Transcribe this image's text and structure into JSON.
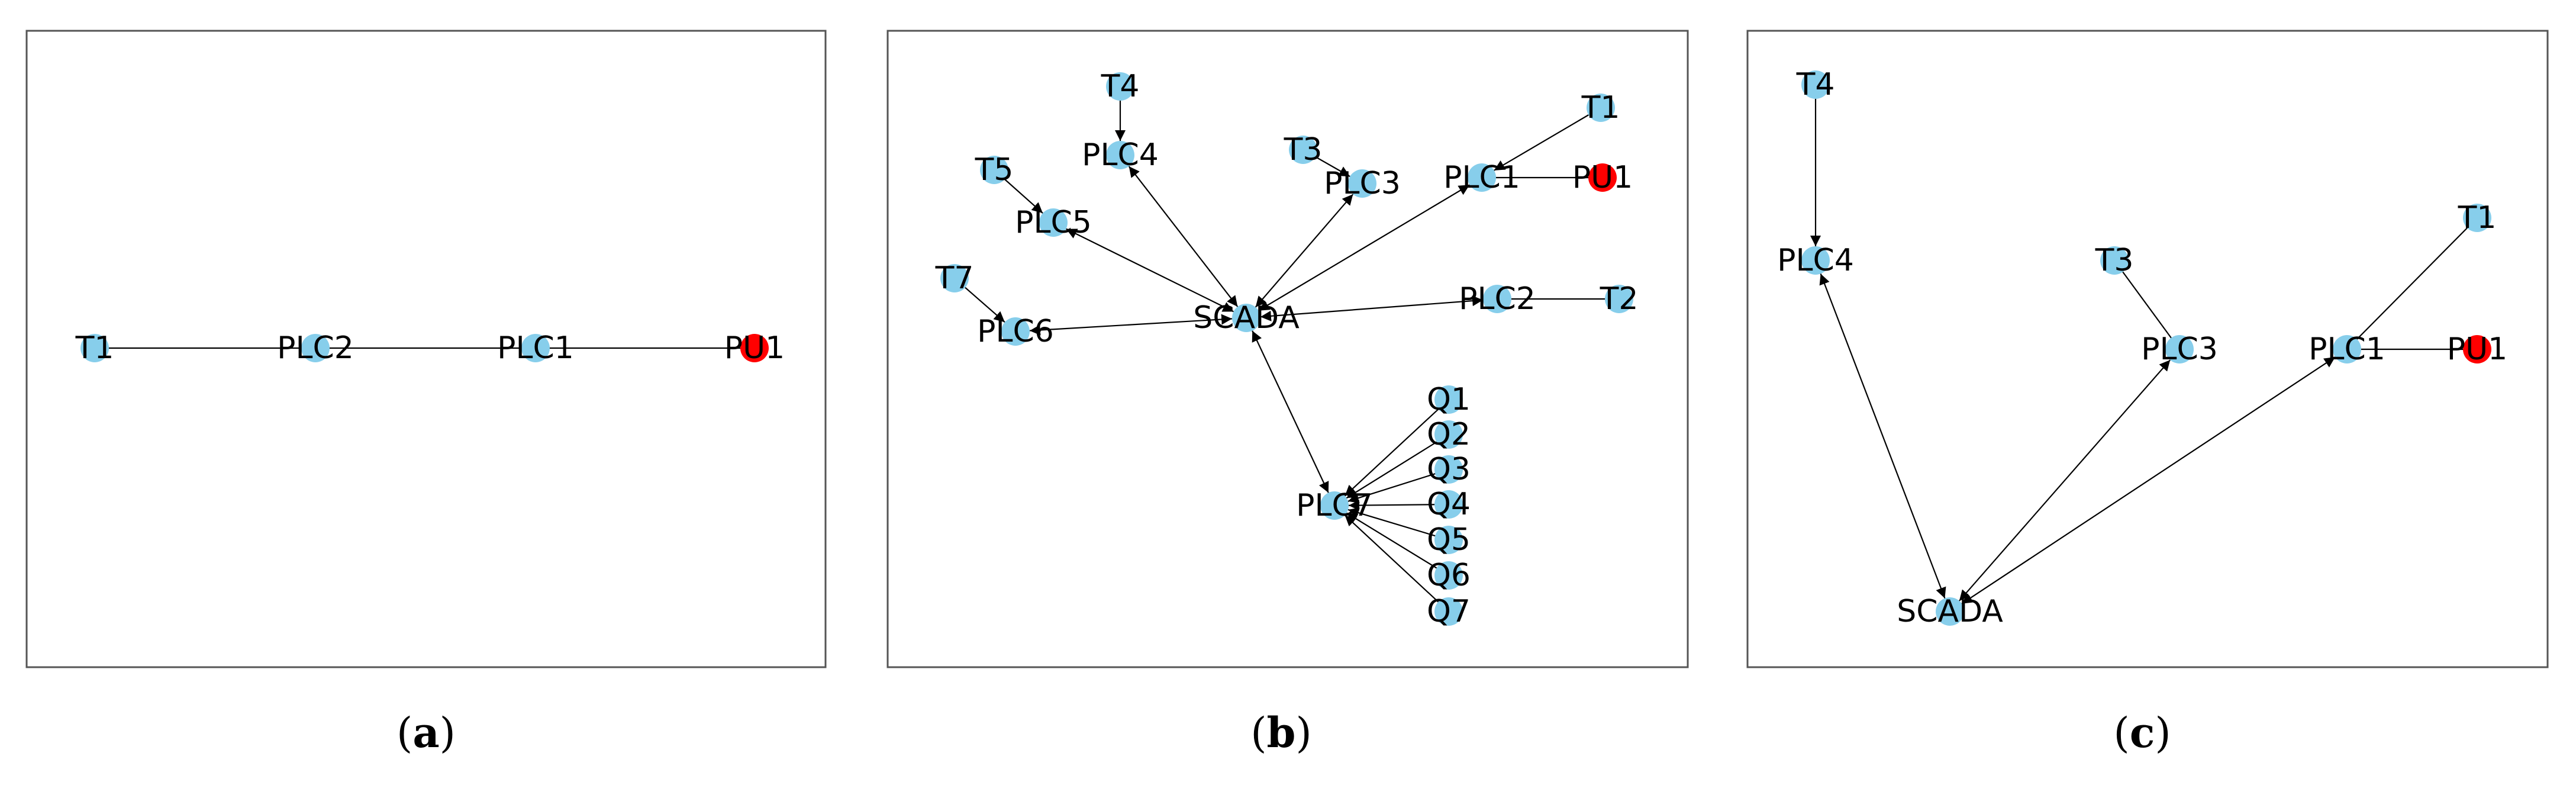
{
  "node_color": "#87ceeb",
  "highlight_color": "#ff0000",
  "edge_color": "#000000",
  "panels": [
    {
      "caption_open": "(",
      "caption_letter": "a",
      "caption_close": ")",
      "nodes": [
        {
          "id": "T1",
          "label": "T1",
          "color": "#87ceeb"
        },
        {
          "id": "PLC2",
          "label": "PLC2",
          "color": "#87ceeb"
        },
        {
          "id": "PLC1",
          "label": "PLC1",
          "color": "#87ceeb"
        },
        {
          "id": "PU1",
          "label": "PU1",
          "color": "#ff0000"
        }
      ],
      "edges": [
        {
          "source": "T1",
          "target": "PLC2",
          "directed": false
        },
        {
          "source": "PLC2",
          "target": "PLC1",
          "directed": false
        },
        {
          "source": "PLC1",
          "target": "PU1",
          "directed": false
        }
      ]
    },
    {
      "caption_open": "(",
      "caption_letter": "b",
      "caption_close": ")",
      "nodes": [
        {
          "id": "T4",
          "label": "T4",
          "color": "#87ceeb"
        },
        {
          "id": "PLC4",
          "label": "PLC4",
          "color": "#87ceeb"
        },
        {
          "id": "T5",
          "label": "T5",
          "color": "#87ceeb"
        },
        {
          "id": "PLC5",
          "label": "PLC5",
          "color": "#87ceeb"
        },
        {
          "id": "T7",
          "label": "T7",
          "color": "#87ceeb"
        },
        {
          "id": "PLC6",
          "label": "PLC6",
          "color": "#87ceeb"
        },
        {
          "id": "SCADA",
          "label": "SCADA",
          "color": "#87ceeb"
        },
        {
          "id": "T3",
          "label": "T3",
          "color": "#87ceeb"
        },
        {
          "id": "PLC3",
          "label": "PLC3",
          "color": "#87ceeb"
        },
        {
          "id": "PLC1",
          "label": "PLC1",
          "color": "#87ceeb"
        },
        {
          "id": "T1",
          "label": "T1",
          "color": "#87ceeb"
        },
        {
          "id": "PU1",
          "label": "PU1",
          "color": "#ff0000"
        },
        {
          "id": "PLC2",
          "label": "PLC2",
          "color": "#87ceeb"
        },
        {
          "id": "T2",
          "label": "T2",
          "color": "#87ceeb"
        },
        {
          "id": "PLC7",
          "label": "PLC7",
          "color": "#87ceeb"
        },
        {
          "id": "Q1",
          "label": "Q1",
          "color": "#87ceeb"
        },
        {
          "id": "Q2",
          "label": "Q2",
          "color": "#87ceeb"
        },
        {
          "id": "Q3",
          "label": "Q3",
          "color": "#87ceeb"
        },
        {
          "id": "Q4",
          "label": "Q4",
          "color": "#87ceeb"
        },
        {
          "id": "Q5",
          "label": "Q5",
          "color": "#87ceeb"
        },
        {
          "id": "Q6",
          "label": "Q6",
          "color": "#87ceeb"
        },
        {
          "id": "Q7",
          "label": "Q7",
          "color": "#87ceeb"
        }
      ],
      "edges": [
        {
          "source": "T4",
          "target": "PLC4",
          "directed": true
        },
        {
          "source": "T5",
          "target": "PLC5",
          "directed": true
        },
        {
          "source": "T7",
          "target": "PLC6",
          "directed": true
        },
        {
          "source": "T3",
          "target": "PLC3",
          "directed": true
        },
        {
          "source": "T1",
          "target": "PLC1",
          "directed": true
        },
        {
          "source": "PU1",
          "target": "PLC1",
          "directed": false
        },
        {
          "source": "T2",
          "target": "PLC2",
          "directed": false
        },
        {
          "source": "PLC4",
          "target": "SCADA",
          "directed": true,
          "bidirectional": true
        },
        {
          "source": "PLC5",
          "target": "SCADA",
          "directed": true,
          "bidirectional": true
        },
        {
          "source": "PLC6",
          "target": "SCADA",
          "directed": true,
          "bidirectional": true
        },
        {
          "source": "PLC3",
          "target": "SCADA",
          "directed": true,
          "bidirectional": true
        },
        {
          "source": "PLC1",
          "target": "SCADA",
          "directed": true,
          "bidirectional": true
        },
        {
          "source": "PLC2",
          "target": "SCADA",
          "directed": true,
          "bidirectional": true
        },
        {
          "source": "PLC7",
          "target": "SCADA",
          "directed": true,
          "bidirectional": true
        },
        {
          "source": "Q1",
          "target": "PLC7",
          "directed": true
        },
        {
          "source": "Q2",
          "target": "PLC7",
          "directed": true
        },
        {
          "source": "Q3",
          "target": "PLC7",
          "directed": true
        },
        {
          "source": "Q4",
          "target": "PLC7",
          "directed": true
        },
        {
          "source": "Q5",
          "target": "PLC7",
          "directed": true
        },
        {
          "source": "Q6",
          "target": "PLC7",
          "directed": true
        },
        {
          "source": "Q7",
          "target": "PLC7",
          "directed": true
        }
      ]
    },
    {
      "caption_open": "(",
      "caption_letter": "c",
      "caption_close": ")",
      "nodes": [
        {
          "id": "T4",
          "label": "T4",
          "color": "#87ceeb"
        },
        {
          "id": "PLC4",
          "label": "PLC4",
          "color": "#87ceeb"
        },
        {
          "id": "T3",
          "label": "T3",
          "color": "#87ceeb"
        },
        {
          "id": "PLC3",
          "label": "PLC3",
          "color": "#87ceeb"
        },
        {
          "id": "T1",
          "label": "T1",
          "color": "#87ceeb"
        },
        {
          "id": "PLC1",
          "label": "PLC1",
          "color": "#87ceeb"
        },
        {
          "id": "PU1",
          "label": "PU1",
          "color": "#ff0000"
        },
        {
          "id": "SCADA",
          "label": "SCADA",
          "color": "#87ceeb"
        }
      ],
      "edges": [
        {
          "source": "T4",
          "target": "PLC4",
          "directed": true
        },
        {
          "source": "T3",
          "target": "PLC3",
          "directed": false
        },
        {
          "source": "T1",
          "target": "PLC1",
          "directed": false
        },
        {
          "source": "PU1",
          "target": "PLC1",
          "directed": false
        },
        {
          "source": "PLC4",
          "target": "SCADA",
          "directed": true,
          "bidirectional": true
        },
        {
          "source": "PLC3",
          "target": "SCADA",
          "directed": true,
          "bidirectional": true
        },
        {
          "source": "PLC1",
          "target": "SCADA",
          "directed": true,
          "bidirectional": true
        }
      ]
    }
  ]
}
